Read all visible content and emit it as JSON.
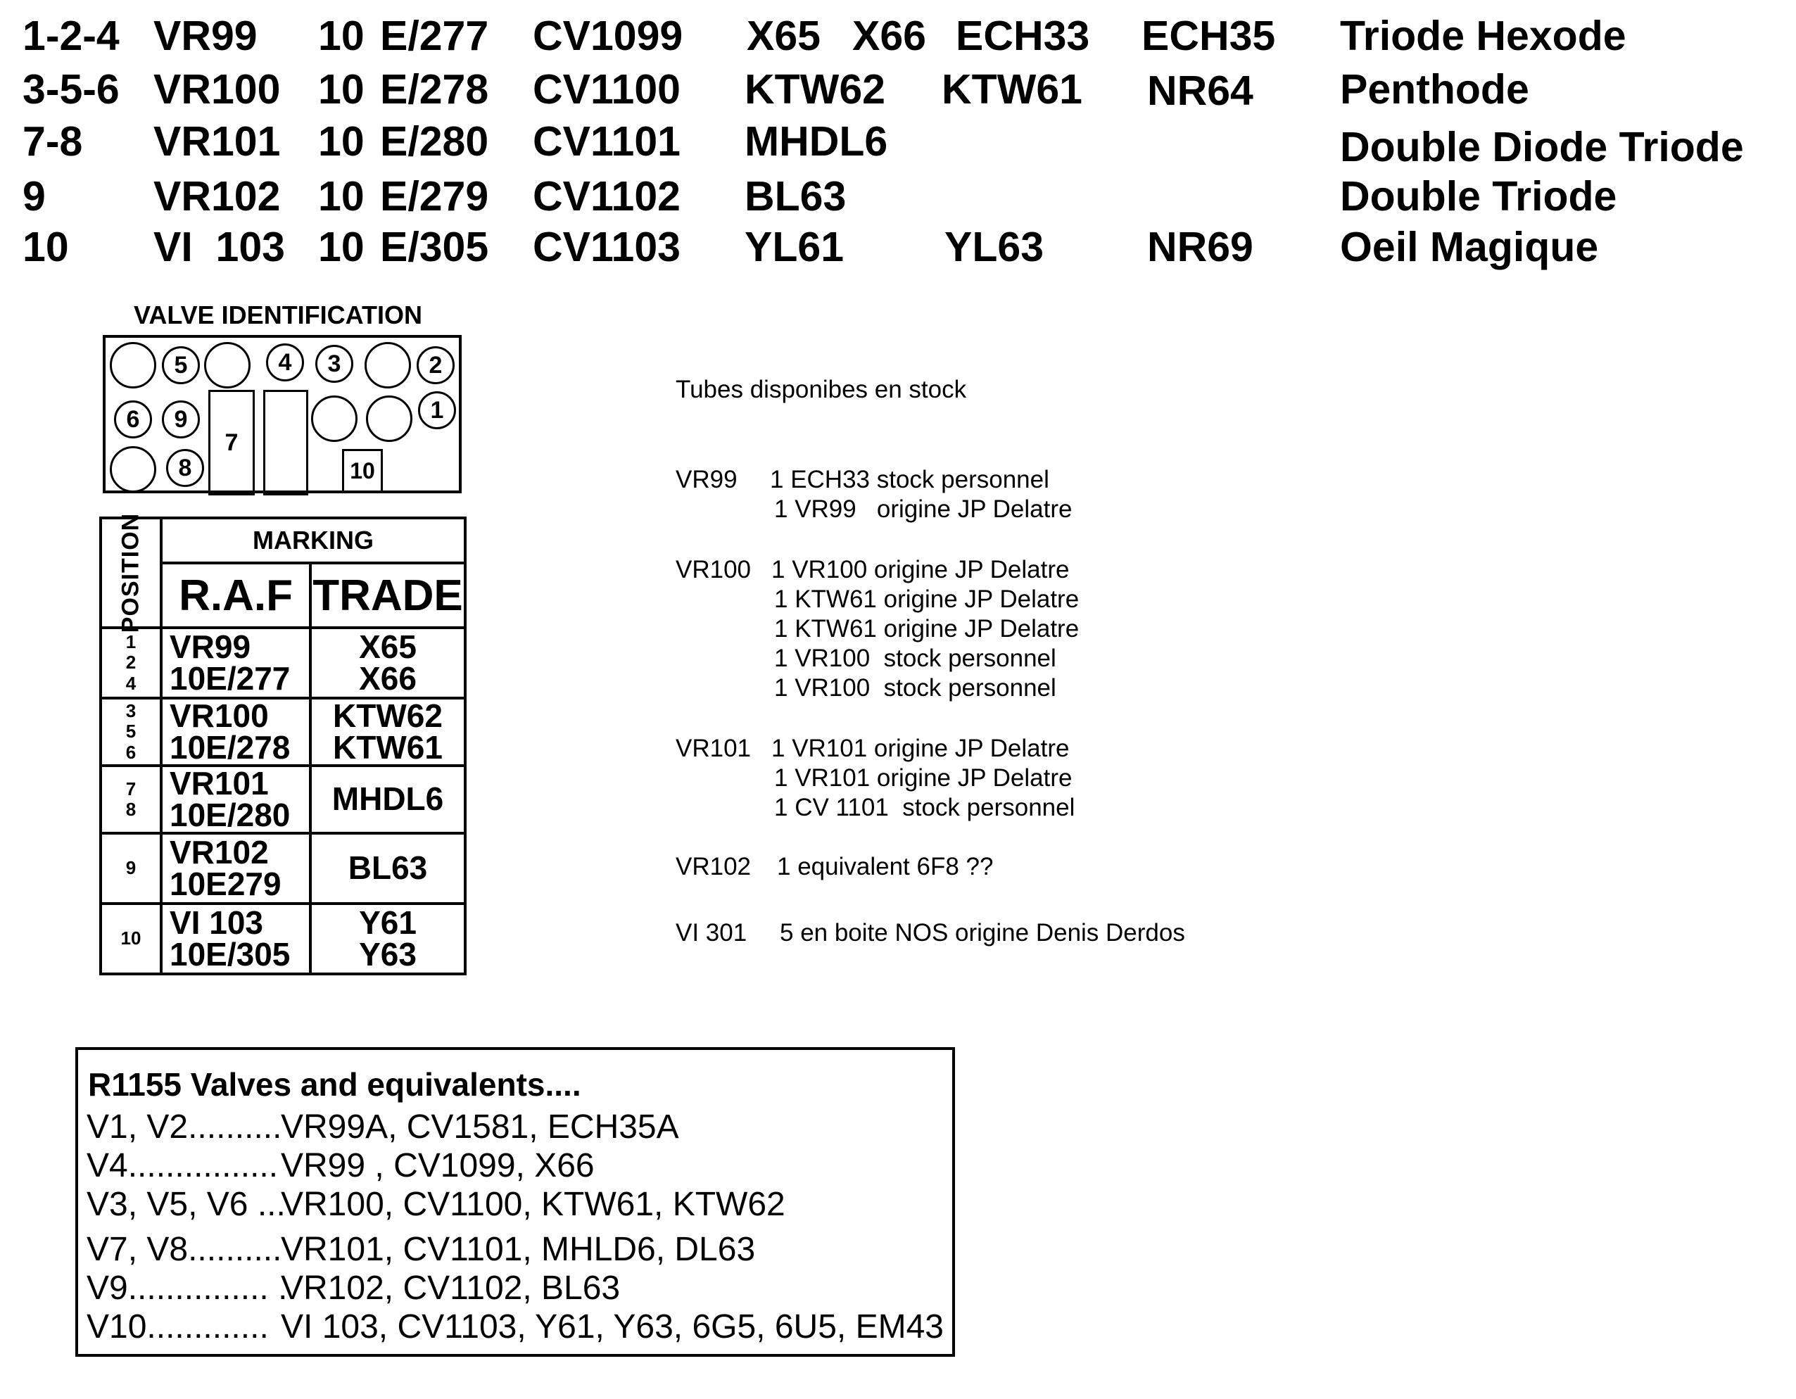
{
  "equivalents": {
    "rows": [
      {
        "position": "1-2-4",
        "vr": "VR99",
        "ten": "10",
        "e": "E/277",
        "cv": "CV1099",
        "trade1": "X65",
        "trade2": "X66",
        "trade3": "ECH33",
        "trade4": "ECH35",
        "type": "Triode Hexode"
      },
      {
        "position": "3-5-6",
        "vr": "VR100",
        "ten": "10",
        "e": "E/278",
        "cv": "CV1100",
        "trade1": "KTW62",
        "trade2": "KTW61",
        "trade3": "NR64",
        "trade4": "",
        "type": "Penthode"
      },
      {
        "position": "7-8",
        "vr": "VR101",
        "ten": "10",
        "e": "E/280",
        "cv": "CV1101",
        "trade1": "MHDL6",
        "trade2": "",
        "trade3": "",
        "trade4": "",
        "type": "Double Diode Triode"
      },
      {
        "position": "9",
        "vr": "VR102",
        "ten": "10",
        "e": "E/279",
        "cv": "CV1102",
        "trade1": "BL63",
        "trade2": "",
        "trade3": "",
        "trade4": "",
        "type": "Double Triode"
      },
      {
        "position": "10",
        "vr": "VI  103",
        "ten": "10",
        "e": "E/305",
        "cv": "CV1103",
        "trade1": "YL61",
        "trade2": "YL63",
        "trade3": "NR69",
        "trade4": "",
        "type": "Oeil Magique"
      }
    ]
  },
  "valve_identification": {
    "title": "VALVE IDENTIFICATION",
    "labels": {
      "v1": "1",
      "v2": "2",
      "v3": "3",
      "v4": "4",
      "v5": "5",
      "v6": "6",
      "v7": "7",
      "v8": "8",
      "v9": "9",
      "v10": "10"
    }
  },
  "marking_table": {
    "position_header": "POSITION",
    "marking_header": "MARKING",
    "raf_header": "R.A.F",
    "trade_header": "TRADE",
    "rows": [
      {
        "positions": [
          "1",
          "2",
          "4"
        ],
        "raf": [
          "VR99",
          "10E/277"
        ],
        "trade": [
          "X65",
          "X66"
        ]
      },
      {
        "positions": [
          "3",
          "5",
          "6"
        ],
        "raf": [
          "VR100",
          "10E/278"
        ],
        "trade": [
          "KTW62",
          "KTW61"
        ]
      },
      {
        "positions": [
          "7",
          "8"
        ],
        "raf": [
          "VR101",
          "10E/280"
        ],
        "trade": [
          "MHDL6"
        ]
      },
      {
        "positions": [
          "9"
        ],
        "raf": [
          "VR102",
          "10E279"
        ],
        "trade": [
          "BL63"
        ]
      },
      {
        "positions": [
          "10"
        ],
        "raf": [
          "VI 103",
          "10E/305"
        ],
        "trade": [
          "Y61",
          "Y63"
        ]
      }
    ]
  },
  "stock": {
    "title": "Tubes disponibes en stock",
    "groups": [
      {
        "label": "VR99",
        "lines": [
          "1 ECH33 stock personnel",
          "1 VR99   origine JP Delatre"
        ]
      },
      {
        "label": "VR100",
        "lines": [
          "1 VR100 origine JP Delatre",
          "1 KTW61 origine JP Delatre",
          "1 KTW61 origine JP Delatre",
          "1 VR100  stock personnel",
          "1 VR100  stock personnel"
        ]
      },
      {
        "label": "VR101",
        "lines": [
          "1 VR101 origine JP Delatre",
          "1 VR101 origine JP Delatre",
          "1 CV 1101  stock personnel"
        ]
      },
      {
        "label": "VR102",
        "lines": [
          "1 equivalent 6F8 ??"
        ]
      },
      {
        "label": "VI 301",
        "lines": [
          "5 en boite NOS origine Denis Derdos"
        ]
      }
    ]
  },
  "r1155": {
    "title": "R1155 Valves and equivalents....",
    "rows": [
      {
        "valves": "V1, V2..........",
        "equivalents": "VR99A, CV1581, ECH35A"
      },
      {
        "valves": "V4................",
        "equivalents": "VR99 , CV1099, X66"
      },
      {
        "valves": "V3, V5, V6 ...",
        "equivalents": "VR100, CV1100, KTW61, KTW62"
      },
      {
        "valves": "V7, V8..........",
        "equivalents": "VR101, CV1101, MHLD6, DL63"
      },
      {
        "valves": "V9............... .",
        "equivalents": "VR102, CV1102, BL63"
      },
      {
        "valves": "V10.............",
        "equivalents": "VI 103, CV1103, Y61, Y63, 6G5, 6U5, EM43"
      }
    ]
  }
}
